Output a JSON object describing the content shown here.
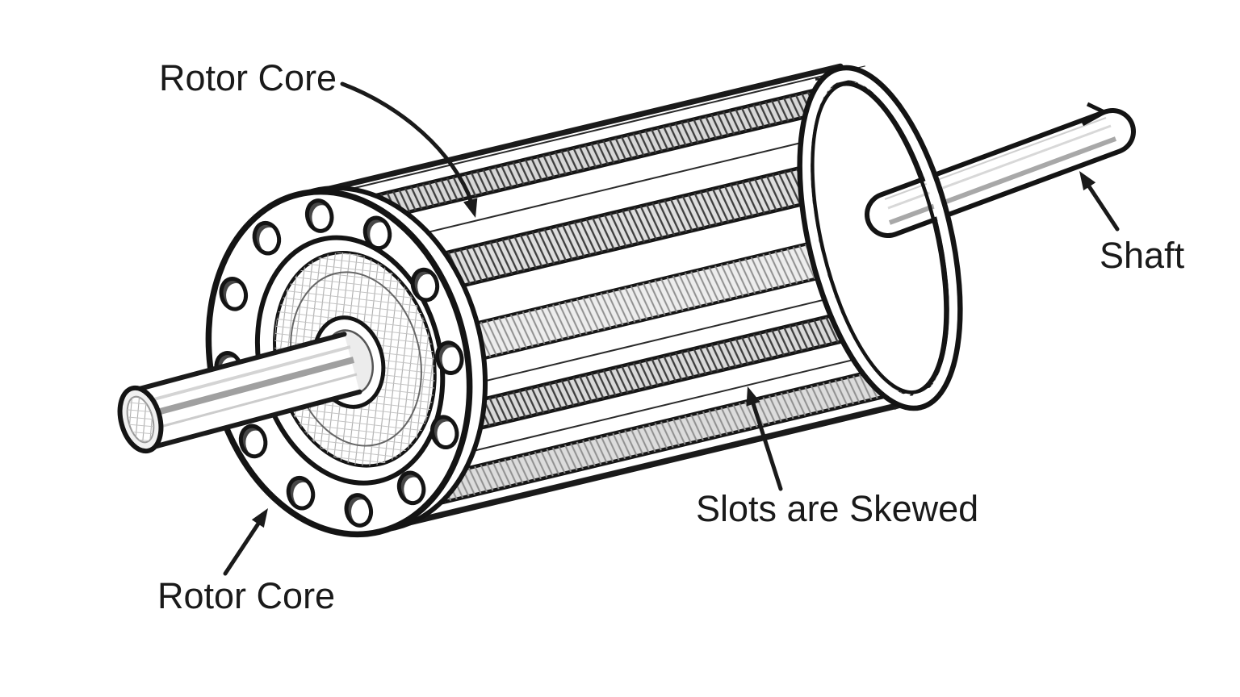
{
  "colors": {
    "ink": "#1a1a1a",
    "paper": "#ffffff",
    "slotShadeDark": "#3d3d3d",
    "slotShadeLight": "#8f8f8f",
    "metalShade": "#a0a0a0"
  },
  "labels": {
    "rotor_core_top": "Rotor Core",
    "shaft": "Shaft",
    "slots_skewed": "Slots are Skewed",
    "rotor_core_bottom": "Rotor Core"
  }
}
